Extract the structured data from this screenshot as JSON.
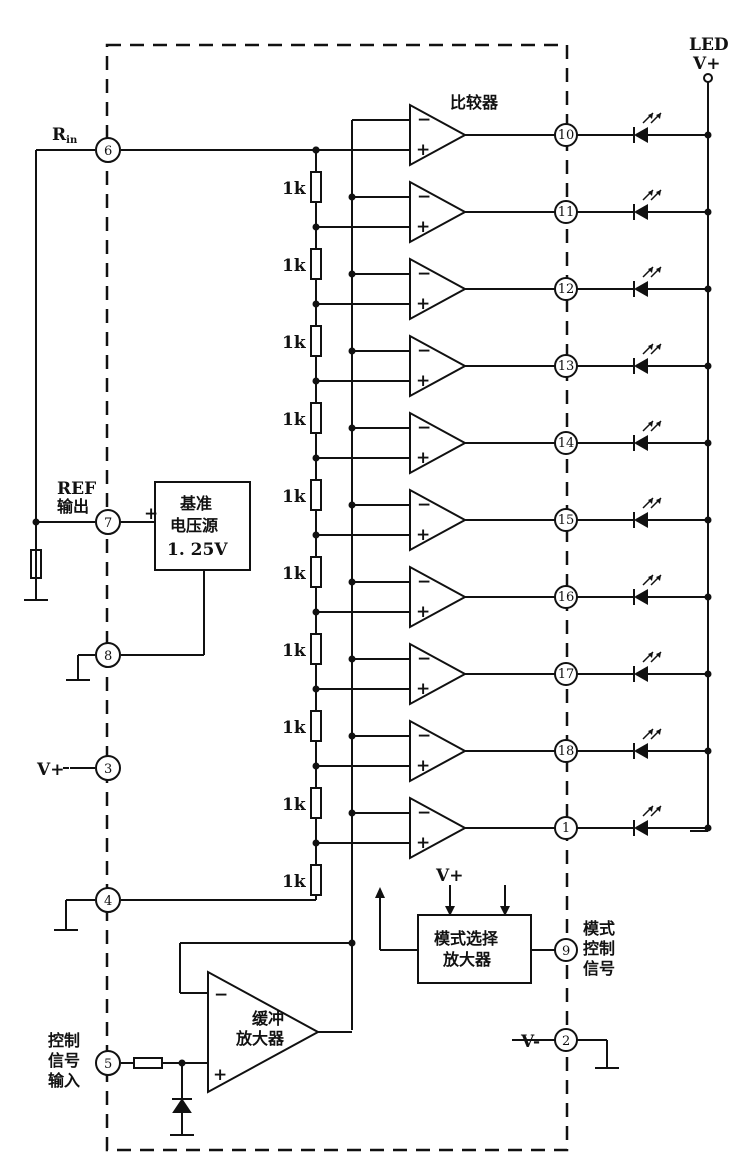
{
  "title": "比较器",
  "led_supply": {
    "line1": "LED",
    "line2": "V+"
  },
  "left_labels": {
    "rin": "R",
    "rin_sub": "in",
    "ref_line1": "REF",
    "ref_line2": "输出",
    "vplus": "V+",
    "ctrl_line1": "控制",
    "ctrl_line2": "信号",
    "ctrl_line3": "输入"
  },
  "reference_block": {
    "line1": "基准",
    "line2": "电压源",
    "line3": "1. 25V"
  },
  "buffer_amp": {
    "line1": "缓冲",
    "line2": "放大器"
  },
  "mode_amp": {
    "line1": "模式选择",
    "line2": "放大器",
    "vplus": "V+"
  },
  "mode_control": {
    "line1": "模式",
    "line2": "控制",
    "line3": "信号"
  },
  "vminus": "V-",
  "resistor_label": "1k",
  "resistor_count": 10,
  "pins": {
    "rin": "6",
    "ref": "7",
    "gnd8": "8",
    "vplus": "3",
    "gnd4": "4",
    "ctrl_in": "5",
    "mode": "9",
    "vminus": "2"
  },
  "output_pins": [
    "10",
    "11",
    "12",
    "13",
    "14",
    "15",
    "16",
    "17",
    "18",
    "1"
  ]
}
